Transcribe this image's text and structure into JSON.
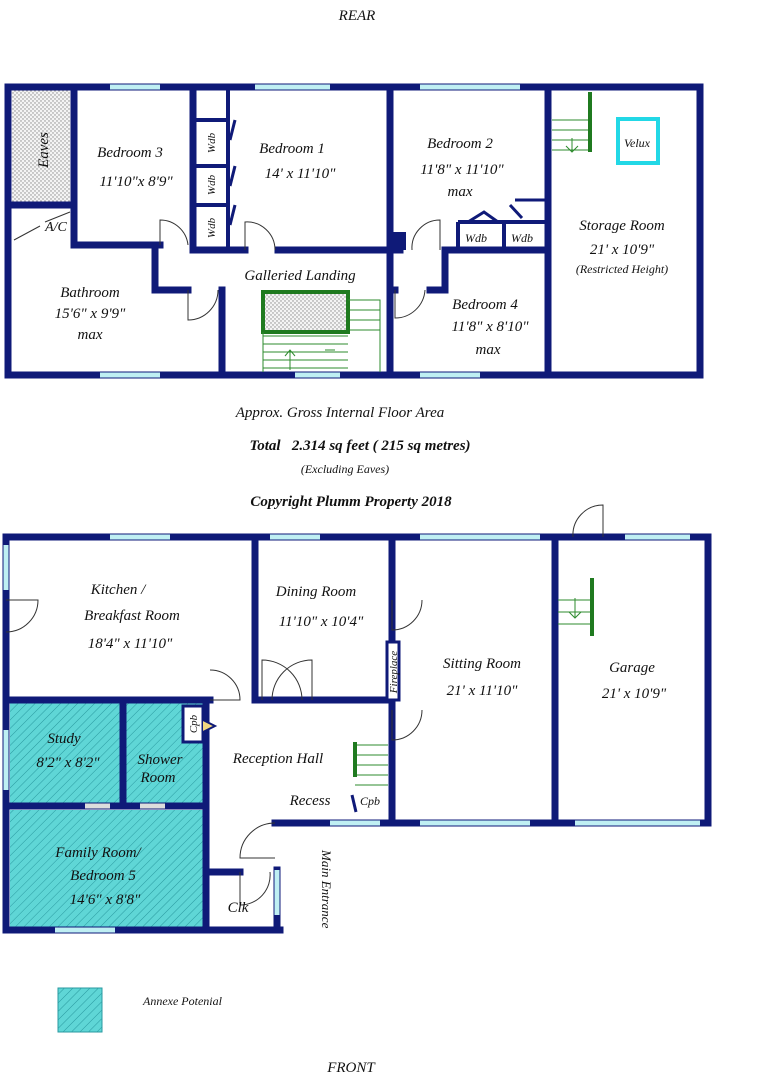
{
  "orientation": {
    "top": "REAR",
    "bottom": "FRONT"
  },
  "colors": {
    "wall": "#0f1a78",
    "annexe": "#5fd6d6",
    "stairs": "#2e8b2e",
    "window": "#bfeff3",
    "velux": "#22d8e6"
  },
  "first_floor": {
    "eaves": "Eaves",
    "ac": "A/C",
    "bedroom3": {
      "name": "Bedroom 3",
      "size": "11'10\"x 8'9\""
    },
    "bedroom1": {
      "name": "Bedroom 1",
      "size": "14' x 11'10\""
    },
    "bedroom2": {
      "name": "Bedroom 2",
      "size": "11'8\" x 11'10\"",
      "note": "max"
    },
    "storage": {
      "name": "Storage Room",
      "size": "21' x 10'9\"",
      "note": "(Restricted Height)"
    },
    "velux": "Velux",
    "wdb": "Wdb",
    "bathroom": {
      "name": "Bathroom",
      "size": "15'6\" x 9'9\"",
      "note": "max"
    },
    "landing": "Galleried Landing",
    "bedroom4": {
      "name": "Bedroom 4",
      "size": "11'8\" x 8'10\"",
      "note": "max"
    }
  },
  "area": {
    "line1": "Approx. Gross Internal Floor Area",
    "line2": "Total   2.314 sq feet ( 215 sq metres)",
    "line3": "(Excluding Eaves)",
    "copyright": "Copyright Plumm Property 2018"
  },
  "ground_floor": {
    "kitchen": {
      "name1": "Kitchen /",
      "name2": "Breakfast Room",
      "size": "18'4\" x 11'10\""
    },
    "dining": {
      "name": "Dining Room",
      "size": "11'10\" x 10'4\""
    },
    "sitting": {
      "name": "Sitting Room",
      "size": "21' x 11'10\""
    },
    "garage": {
      "name": "Garage",
      "size": "21' x 10'9\""
    },
    "fireplace": "Fireplace",
    "study": {
      "name": "Study",
      "size": "8'2\" x 8'2\""
    },
    "shower": {
      "name1": "Shower",
      "name2": "Room"
    },
    "cpb": "Cpb",
    "hall": "Reception Hall",
    "recess": "Recess",
    "family": {
      "name1": "Family Room/",
      "name2": "Bedroom 5",
      "size": "14'6\" x 8'8\""
    },
    "clk": "Clk",
    "entrance": "Main Entrance"
  },
  "legend": {
    "label": "Annexe Potenial"
  }
}
